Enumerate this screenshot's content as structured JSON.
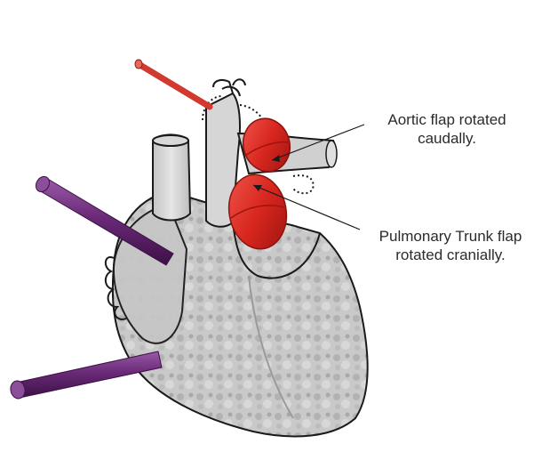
{
  "annotations": {
    "aortic_flap": {
      "line1": "Aortic flap rotated",
      "line2": "caudally."
    },
    "pulmonary_trunk_flap": {
      "line1": "Pulmonary Trunk flap",
      "line2": "rotated cranially."
    }
  },
  "colors": {
    "flap_red": "#e0302a",
    "cannula_red": "#d23a2f",
    "cannula_purple": "#6a2a78",
    "outline": "#1a1a1a",
    "tissue_gray": "#bdbdbd"
  }
}
